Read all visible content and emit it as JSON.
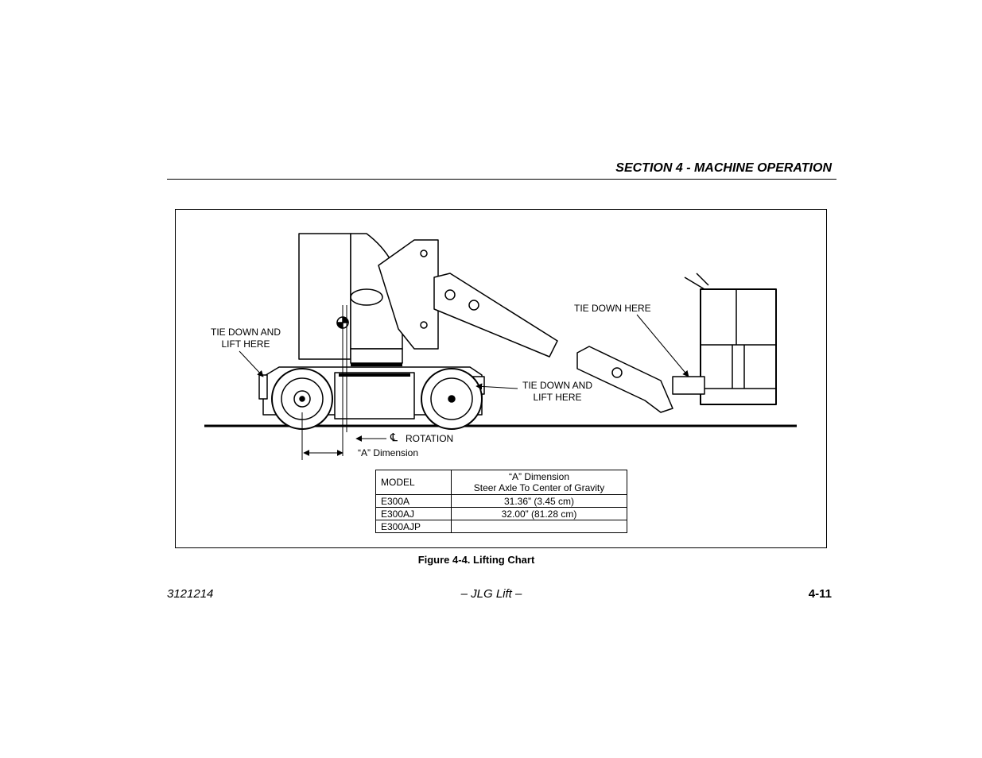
{
  "header": {
    "section_title": "SECTION 4 - MACHINE OPERATION"
  },
  "figure": {
    "labels": {
      "tie_down_lift_left_line1": "TIE DOWN AND",
      "tie_down_lift_left_line2": "LIFT HERE",
      "tie_down_here": "TIE DOWN HERE",
      "tie_down_lift_right_line1": "TIE DOWN AND",
      "tie_down_lift_right_line2": "LIFT HERE",
      "cl_symbol": "℄",
      "rotation": "ROTATION",
      "a_dimension": "“A” Dimension"
    },
    "table": {
      "header_model": "MODEL",
      "header_dim_line1": "“A” Dimension",
      "header_dim_line2": "Steer Axle To Center of Gravity",
      "rows": [
        {
          "model": "E300A",
          "value": "31.36” (3.45 cm)"
        },
        {
          "model": "E300AJ",
          "value": "32.00” (81.28 cm)"
        },
        {
          "model": "E300AJP",
          "value": ""
        }
      ]
    },
    "caption": "Figure 4-4. Lifting Chart"
  },
  "footer": {
    "doc_number": "3121214",
    "center": "– JLG Lift –",
    "page": "4-11"
  }
}
